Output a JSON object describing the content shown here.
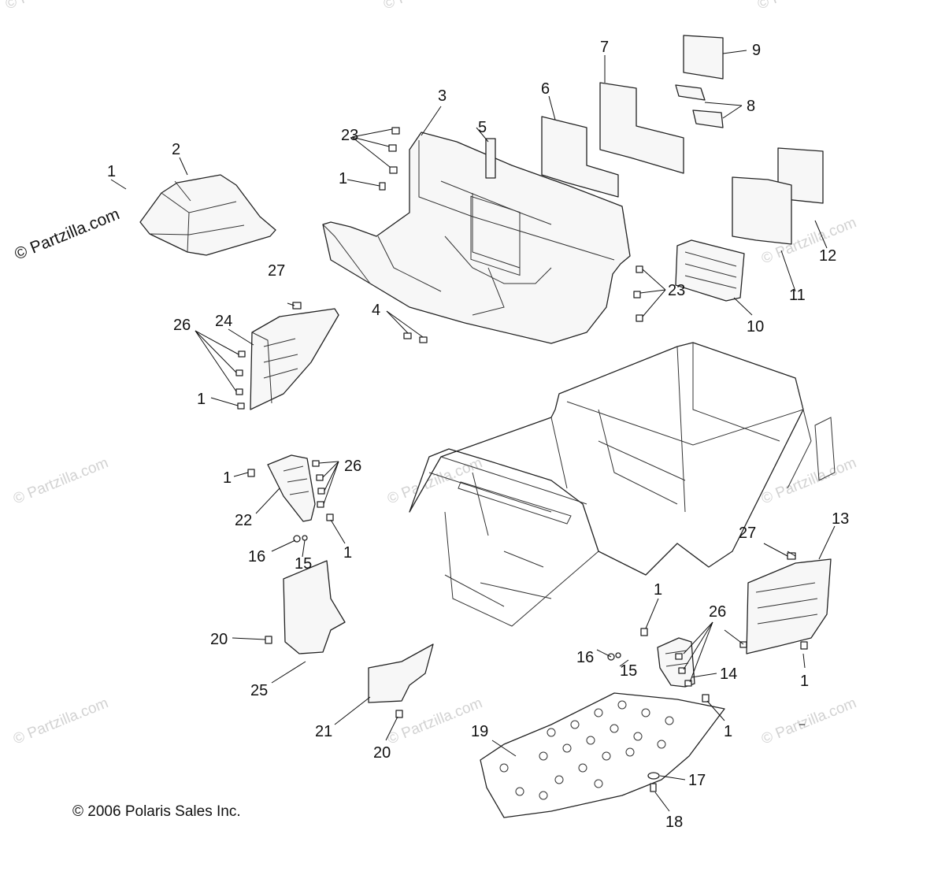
{
  "diagram": {
    "copyright": "© 2006 Polaris Sales Inc.",
    "watermark": "© Partzilla.com",
    "colors": {
      "line": "#222222",
      "fill": "#f7f7f7",
      "watermark": "#d2d2d2"
    },
    "callouts": [
      "1",
      "2",
      "3",
      "4",
      "5",
      "6",
      "7",
      "8",
      "9",
      "10",
      "11",
      "12",
      "13",
      "14",
      "15",
      "16",
      "17",
      "18",
      "19",
      "20",
      "21",
      "22",
      "23",
      "24",
      "25",
      "26",
      "27"
    ]
  }
}
